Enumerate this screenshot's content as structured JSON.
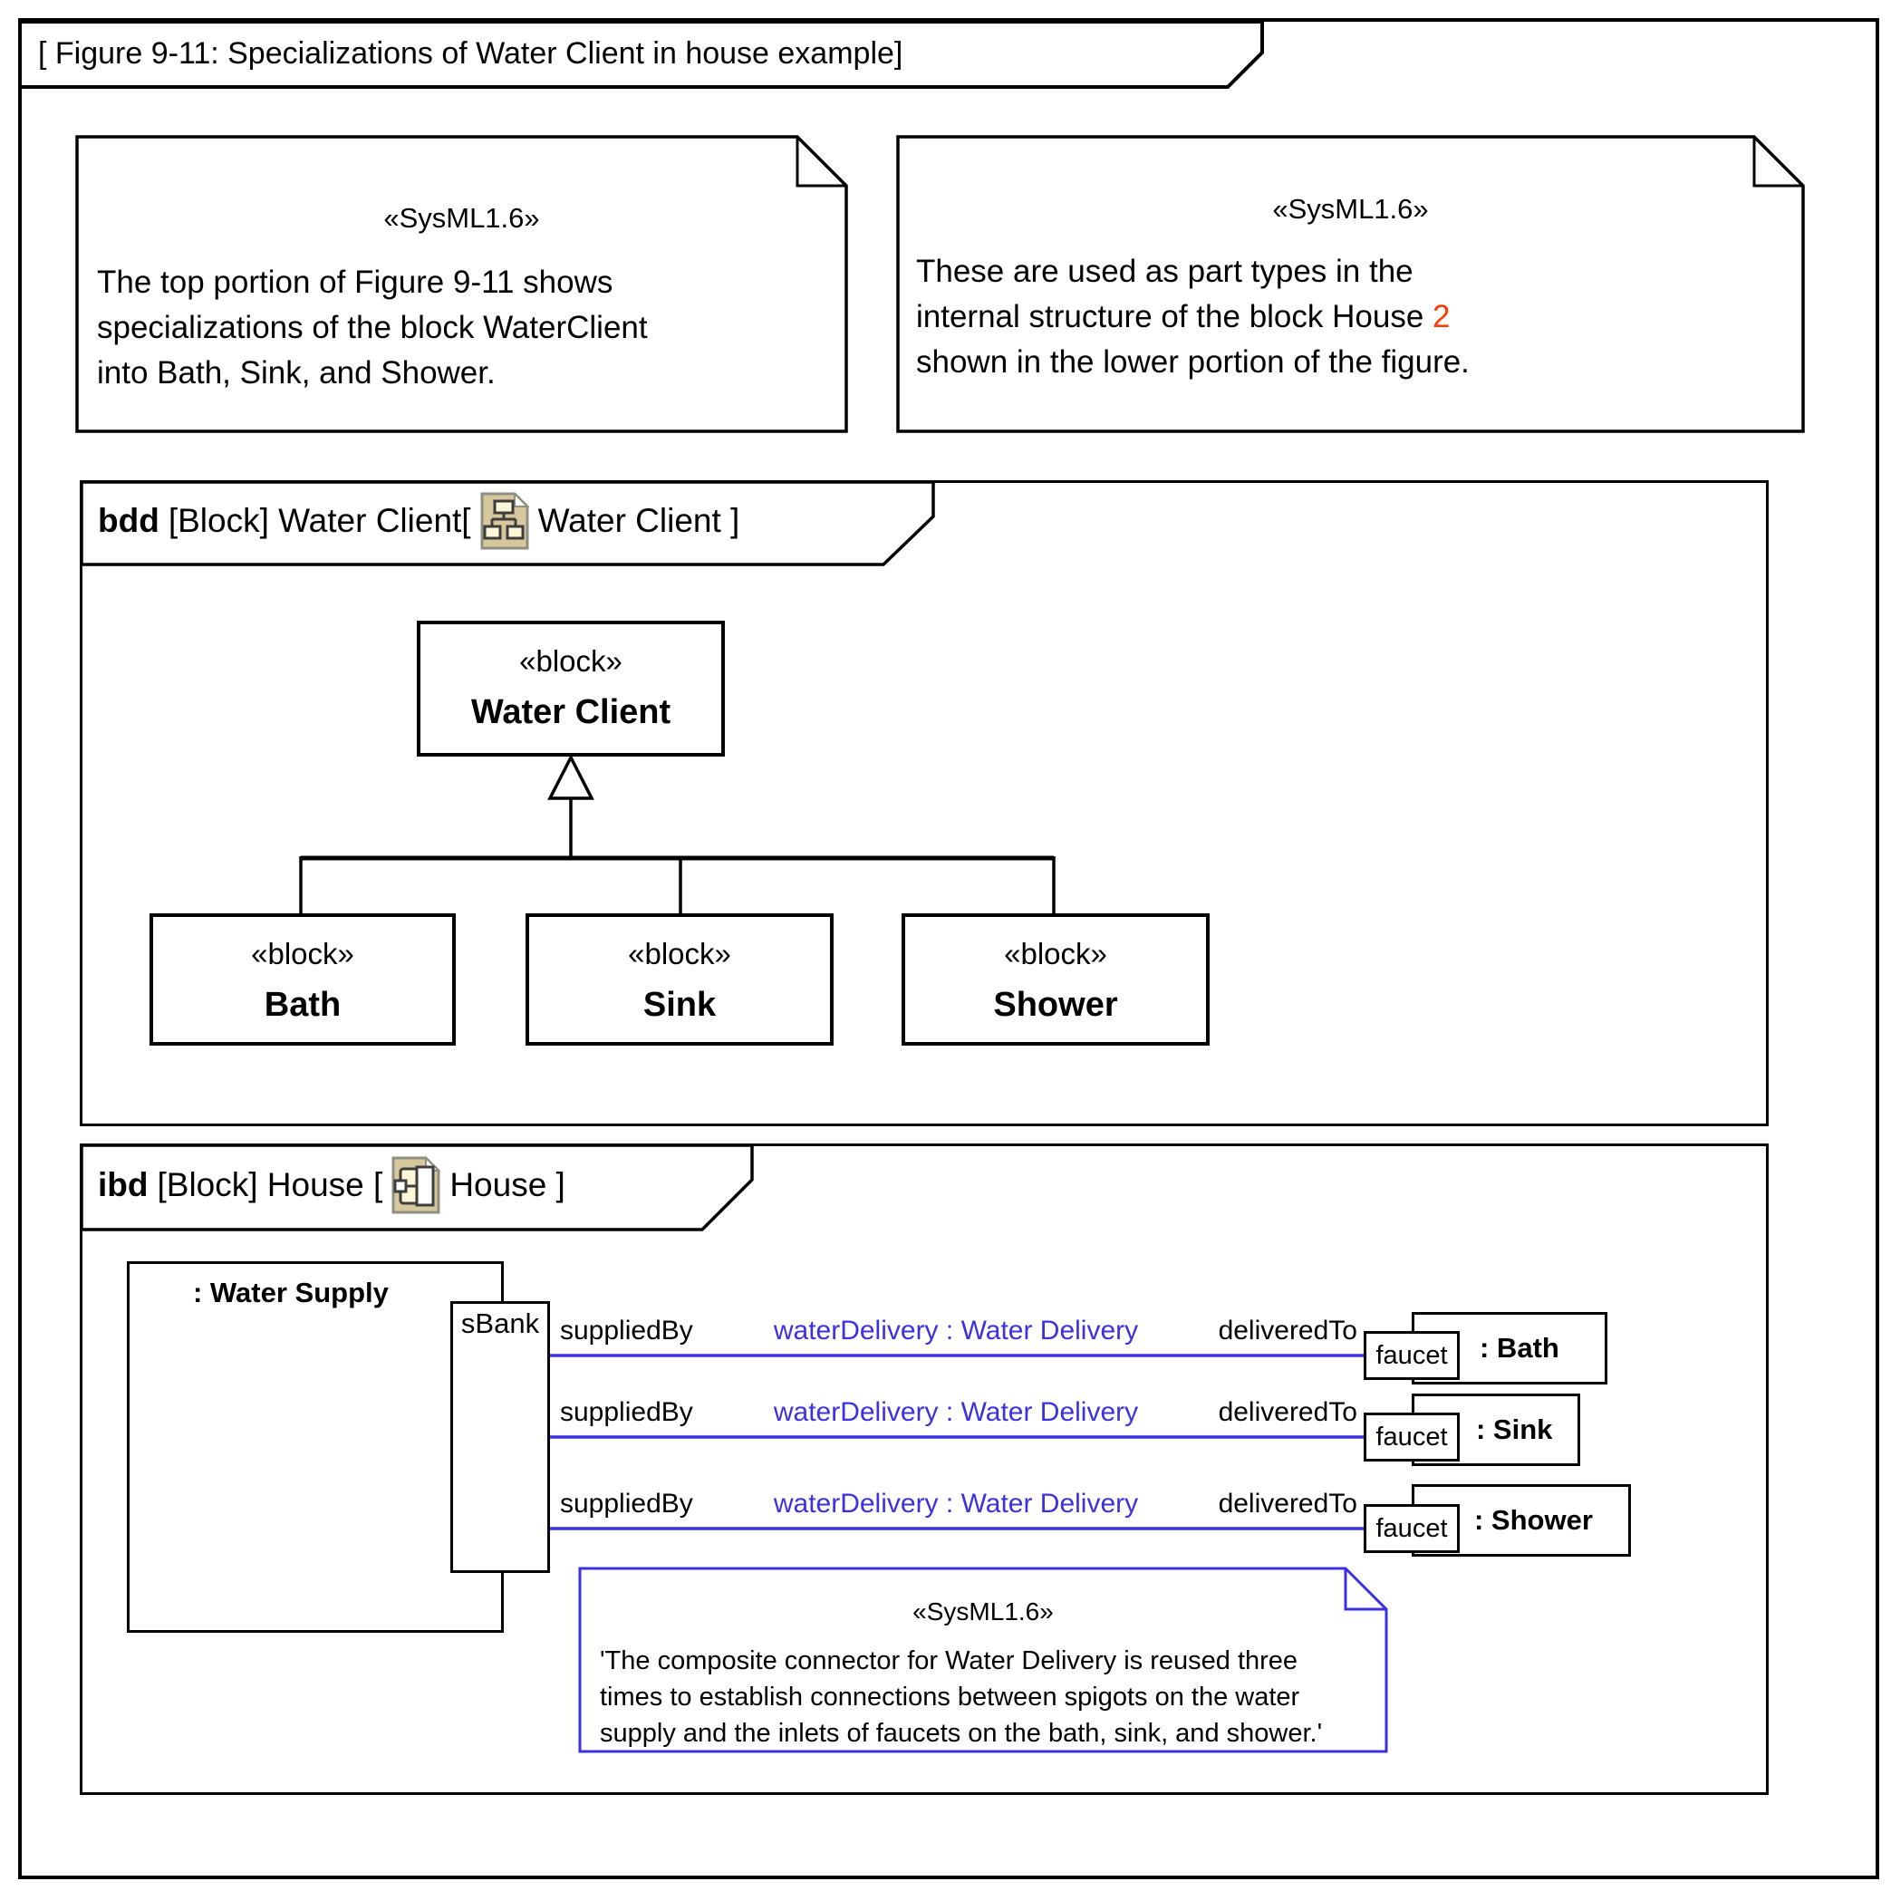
{
  "colors": {
    "accent-blue": "#3b31e0",
    "highlight-red": "#fa3b00",
    "icon-tan": "#d7c79c",
    "icon-pale": "#fcf6d8",
    "icon-border": "#8f8f82",
    "icon-stroke": "#3d3d3d"
  },
  "frame": {
    "title": "[ Figure 9-11: Specializations of Water Client in house example]"
  },
  "notes": {
    "top_left": {
      "stereotype": "«SysML1.6»",
      "lines": [
        "The top portion of Figure 9-11 shows",
        "specializations of the block WaterClient",
        "into Bath, Sink, and Shower."
      ]
    },
    "top_right": {
      "stereotype": "«SysML1.6»",
      "line1": "These are used as part types in the",
      "line2_before": "internal structure of the block House ",
      "line2_highlight": "2",
      "line3": "shown in the lower portion of the figure."
    },
    "ibd_note": {
      "stereotype": "«SysML1.6»",
      "lines": [
        "'The composite connector for Water Delivery is reused three",
        "times to establish connections between spigots on the water",
        "supply and the inlets of faucets on the bath, sink, and shower.'"
      ]
    }
  },
  "bdd": {
    "header": {
      "kind": "bdd",
      "rest1": "[Block] Water Client[",
      "icon": "bdd-diagram-icon",
      "rest2": "Water Client ]"
    },
    "parent": {
      "stereotype": "«block»",
      "name": "Water Client"
    },
    "children": [
      {
        "stereotype": "«block»",
        "name": "Bath"
      },
      {
        "stereotype": "«block»",
        "name": "Sink"
      },
      {
        "stereotype": "«block»",
        "name": "Shower"
      }
    ]
  },
  "ibd": {
    "header": {
      "kind": "ibd",
      "rest1": "[Block] House [",
      "icon": "ibd-diagram-icon",
      "rest2": "House ]"
    },
    "supply": {
      "label": ": Water Supply",
      "port": "sBank"
    },
    "connectors": [
      {
        "supplied_by": "suppliedBy",
        "label": "waterDelivery : Water Delivery",
        "delivered_to": "deliveredTo",
        "port": "faucet",
        "part": ": Bath"
      },
      {
        "supplied_by": "suppliedBy",
        "label": "waterDelivery : Water Delivery",
        "delivered_to": "deliveredTo",
        "port": "faucet",
        "part": ": Sink"
      },
      {
        "supplied_by": "suppliedBy",
        "label": "waterDelivery : Water Delivery",
        "delivered_to": "deliveredTo",
        "port": "faucet",
        "part": ": Shower"
      }
    ]
  }
}
